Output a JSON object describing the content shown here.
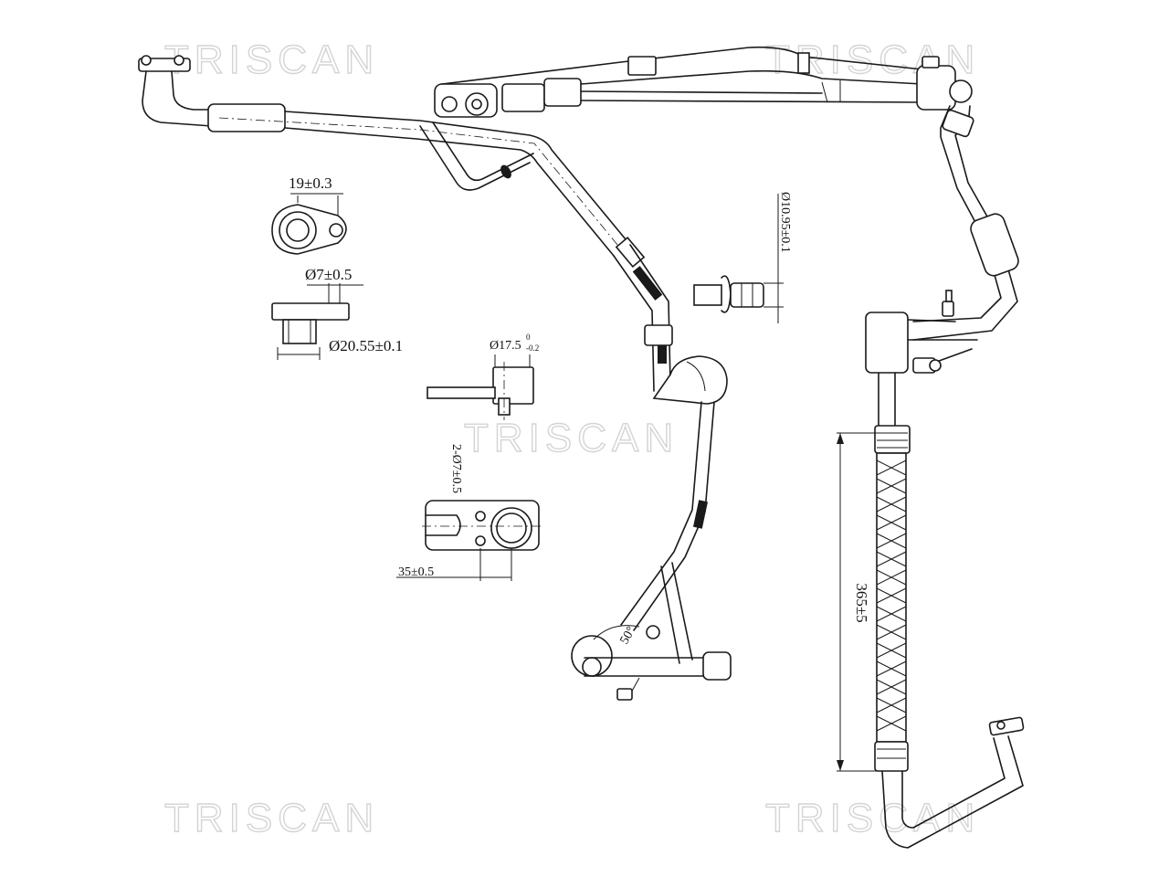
{
  "watermark": "TRISCAN",
  "dimensions": {
    "flange_width": "19±0.3",
    "bolt_hole": "Ø7±0.5",
    "flange_port": "Ø20.55±0.1",
    "valve_diameter": "Ø17.5",
    "valve_tol_upper": "0",
    "valve_tol_lower": "-0.2",
    "slot_holes": "2-Ø7±0.5",
    "slot_offset": "35±0.5",
    "fitting_diameter": "Ø10.95±0.1",
    "hose_length": "365±5",
    "bend_angle": "50°"
  }
}
